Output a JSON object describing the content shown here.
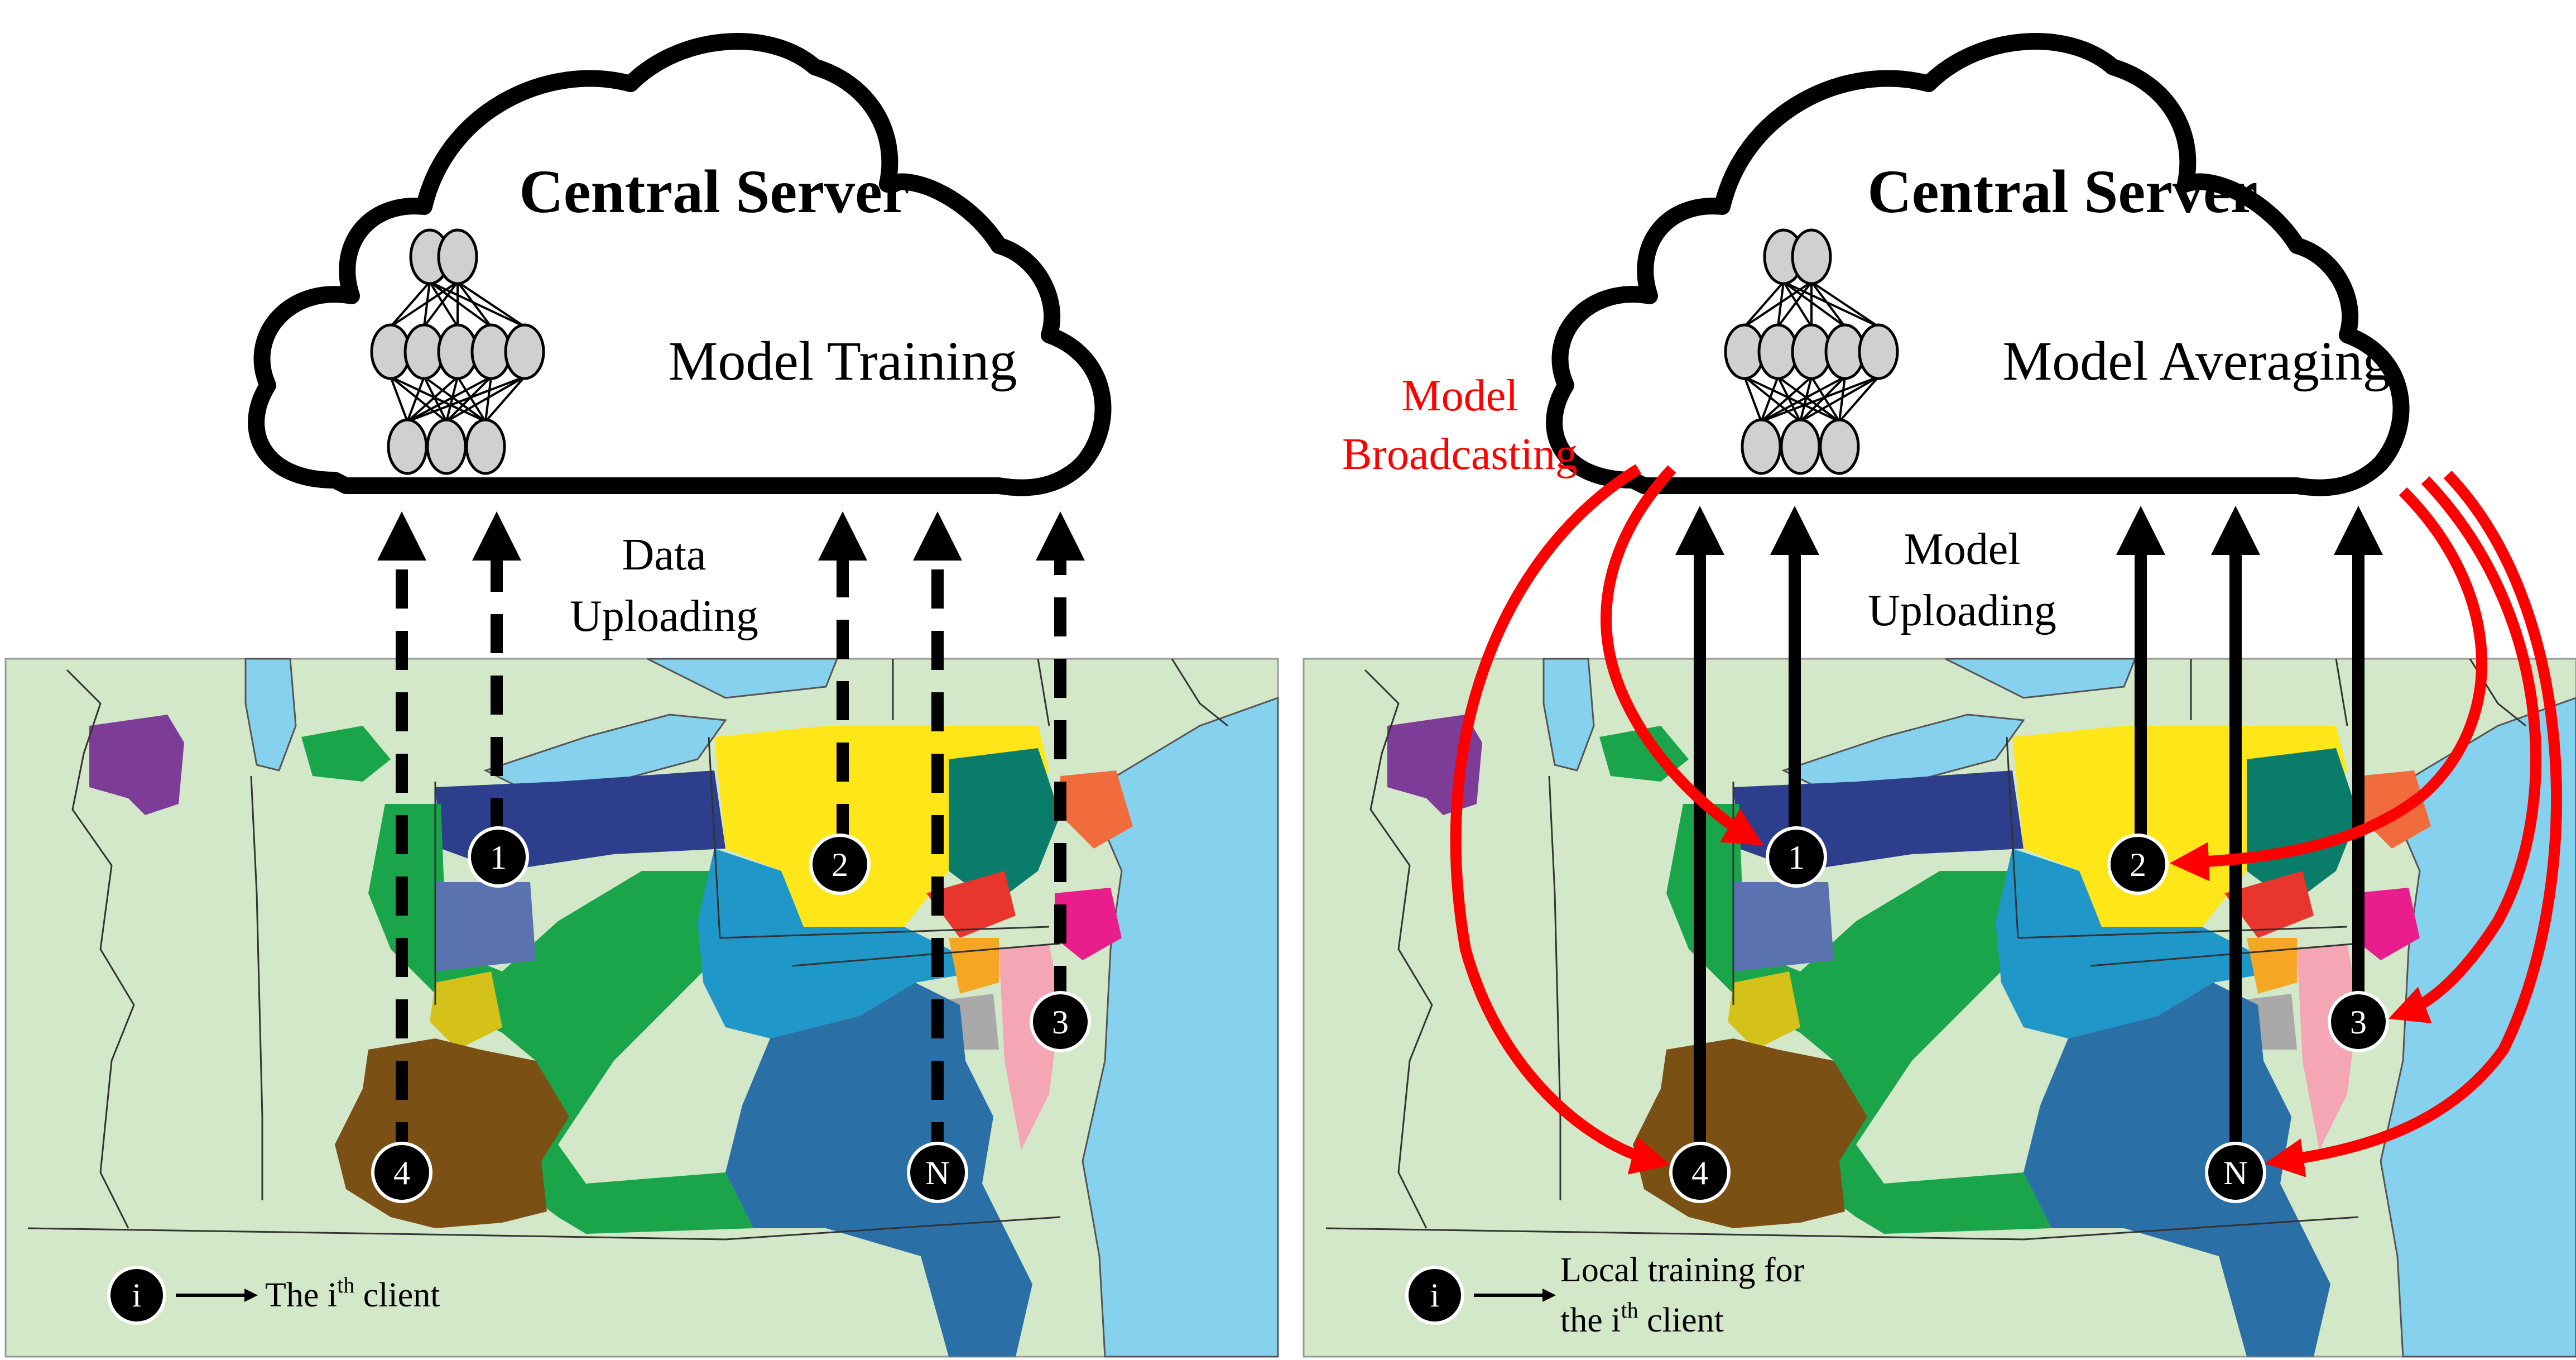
{
  "left_panel": {
    "server_title": "Central Server",
    "server_task": "Model Training",
    "arrow_label_line1": "Data",
    "arrow_label_line2": "Uploading",
    "legend_symbol": "i",
    "legend_text_prefix": "The i",
    "legend_text_sup": "th",
    "legend_text_suffix": " client"
  },
  "right_panel": {
    "server_title": "Central Server",
    "server_task": "Model Averaging",
    "broadcast_line1": "Model",
    "broadcast_line2": "Broadcasting",
    "arrow_label_line1": "Model",
    "arrow_label_line2": "Uploading",
    "legend_symbol": "i",
    "legend_line1": "Local training for",
    "legend_line2_prefix": "the i",
    "legend_line2_sup": "th",
    "legend_line2_suffix": " client"
  },
  "clients": [
    "1",
    "2",
    "3",
    "4",
    "N"
  ],
  "colors": {
    "map_land": "#d3e8c9",
    "water": "#86d2ee",
    "red_arrow": "#ff0000",
    "arrow_black": "#000000"
  }
}
